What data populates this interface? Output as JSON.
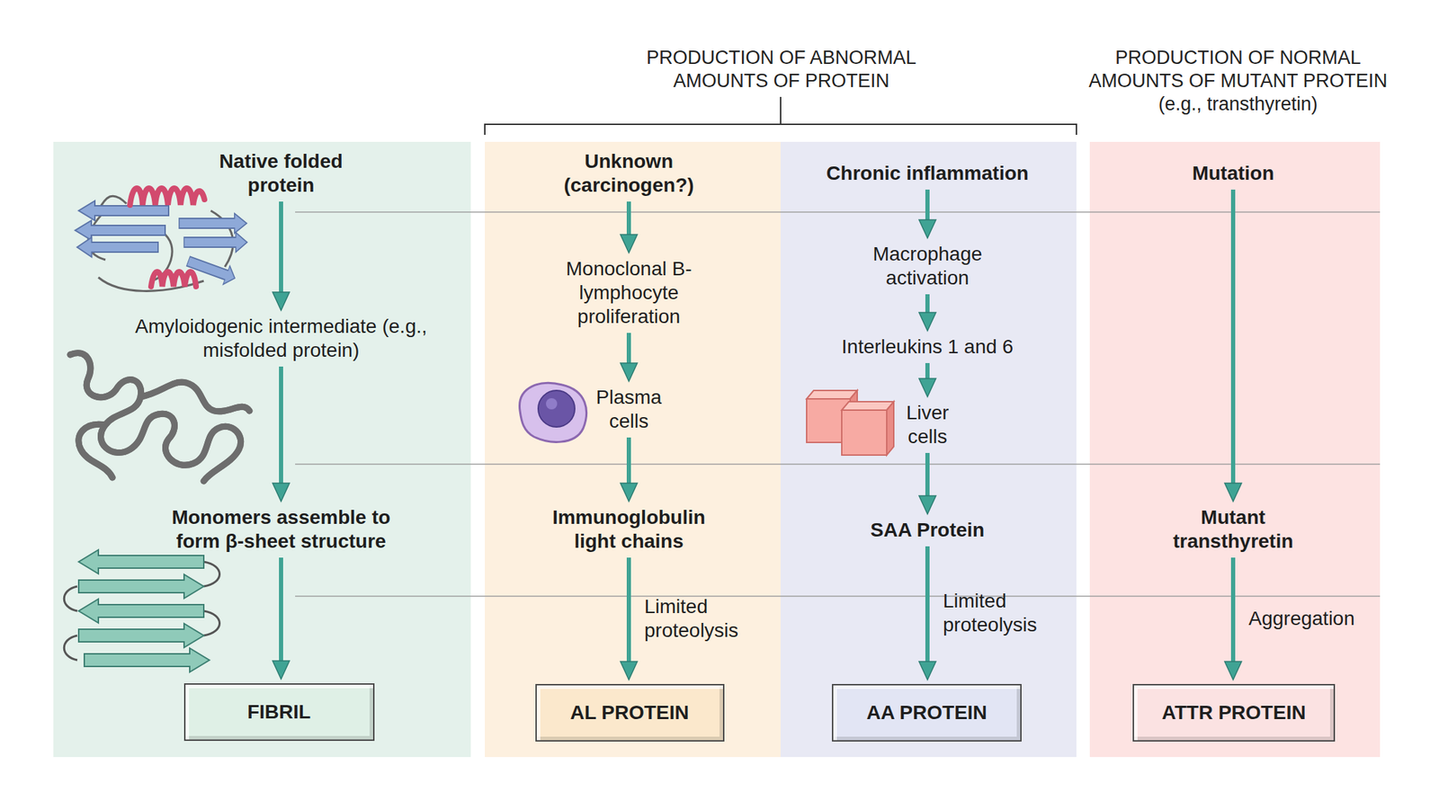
{
  "diagram": {
    "nodes": [
      {
        "text": [
          "Native folded protein"
        ]
      },
      {
        "text": [
          "Amyloidogenic intermediate (e.g., misfolded protein)"
        ]
      },
      {
        "text": [
          "Monomers assemble to form β-sheet structure"
        ]
      },
      {
        "text": [
          "FIBRIL"
        ]
      },
      {
        "text": [
          "Unknown (carcinogen?)"
        ]
      },
      {
        "text": [
          "Monoclonal B-lymphocyte proliferation"
        ]
      },
      {
        "text": [
          "Plasma cells"
        ]
      },
      {
        "text": [
          "Immunoglobulin light chains"
        ]
      },
      {
        "text": [
          "AL PROTEIN"
        ]
      },
      {
        "text": [
          "Chronic inflammation"
        ]
      },
      {
        "text": [
          "Macrophage activation"
        ]
      },
      {
        "text": [
          "Interleukins 1 and 6"
        ]
      },
      {
        "text": [
          "Liver cells"
        ]
      },
      {
        "text": [
          "SAA Protein"
        ]
      },
      {
        "text": [
          "AA PROTEIN"
        ]
      },
      {
        "text": [
          "Mutation"
        ]
      },
      {
        "text": [
          "Mutant transthyretin"
        ]
      },
      {
        "text": [
          "ATTR PROTEIN"
        ]
      }
    ],
    "edges": [
      {
        "from": 0,
        "to": 1,
        "arrow": "to"
      },
      {
        "from": 1,
        "to": 2,
        "arrow": "to"
      },
      {
        "from": 2,
        "to": 3,
        "arrow": "to"
      },
      {
        "from": 4,
        "to": 5,
        "arrow": "to"
      },
      {
        "from": 5,
        "to": 6,
        "arrow": "to"
      },
      {
        "from": 6,
        "to": 7,
        "arrow": "to"
      },
      {
        "from": 7,
        "to": 8,
        "label": "Limited proteolysis",
        "arrow": "to"
      },
      {
        "from": 9,
        "to": 10,
        "arrow": "to"
      },
      {
        "from": 10,
        "to": 11,
        "arrow": "to"
      },
      {
        "from": 11,
        "to": 12,
        "arrow": "to"
      },
      {
        "from": 12,
        "to": 13,
        "arrow": "to"
      },
      {
        "from": 13,
        "to": 14,
        "label": "Limited proteolysis",
        "arrow": "to"
      },
      {
        "from": 15,
        "to": 16,
        "arrow": "to"
      },
      {
        "from": 16,
        "to": 17,
        "label": "Aggregation",
        "arrow": "to"
      }
    ],
    "labels": [
      "PRODUCTION OF ABNORMAL AMOUNTS OF PROTEIN",
      "PRODUCTION OF NORMAL AMOUNTS OF MUTANT PROTEIN (e.g., transthyretin)"
    ]
  }
}
